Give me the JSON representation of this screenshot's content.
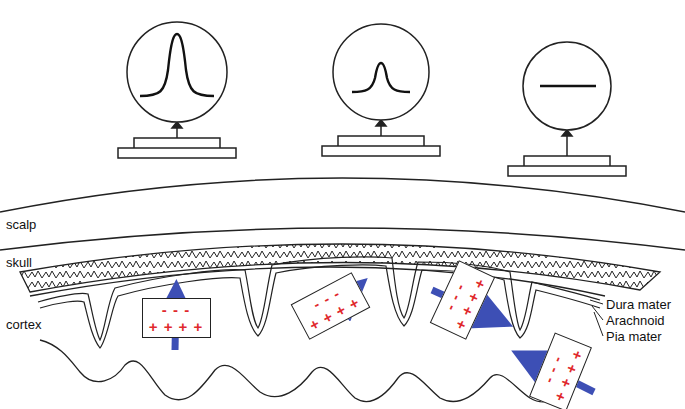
{
  "diagram": {
    "nodes": [
      {
        "text": [
          "- - -",
          "+ + + +"
        ]
      },
      {
        "text": [
          "- - -",
          "+ + + +"
        ]
      },
      {
        "text": [
          "- - -",
          "+ + + +"
        ]
      },
      {
        "text": [
          "- - -",
          "+ + + +"
        ]
      }
    ],
    "labels": [
      "scalp",
      "skull",
      "cortex",
      "Dura mater",
      "Arachnoid",
      "Pia mater"
    ]
  }
}
